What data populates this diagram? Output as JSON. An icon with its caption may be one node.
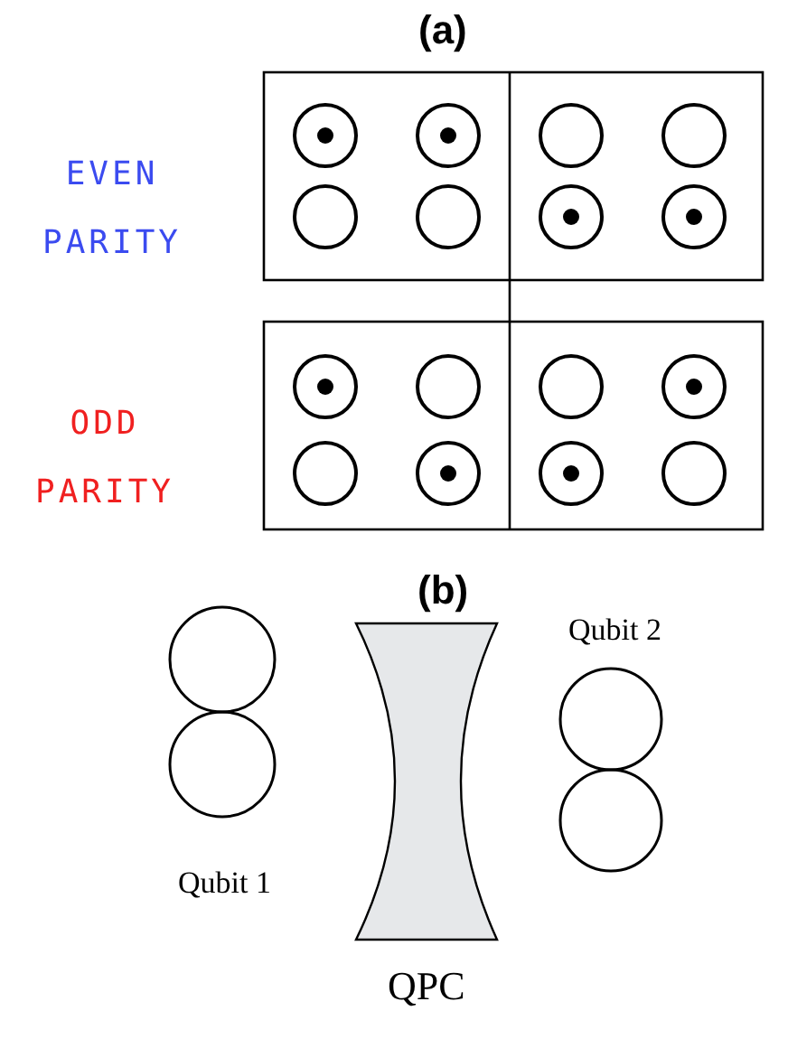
{
  "diagram": {
    "labels": [
      "(a)",
      "EVEN PARITY",
      "ODD PARITY",
      "(b)",
      "Qubit 2",
      "Qubit 1",
      "QPC"
    ]
  }
}
